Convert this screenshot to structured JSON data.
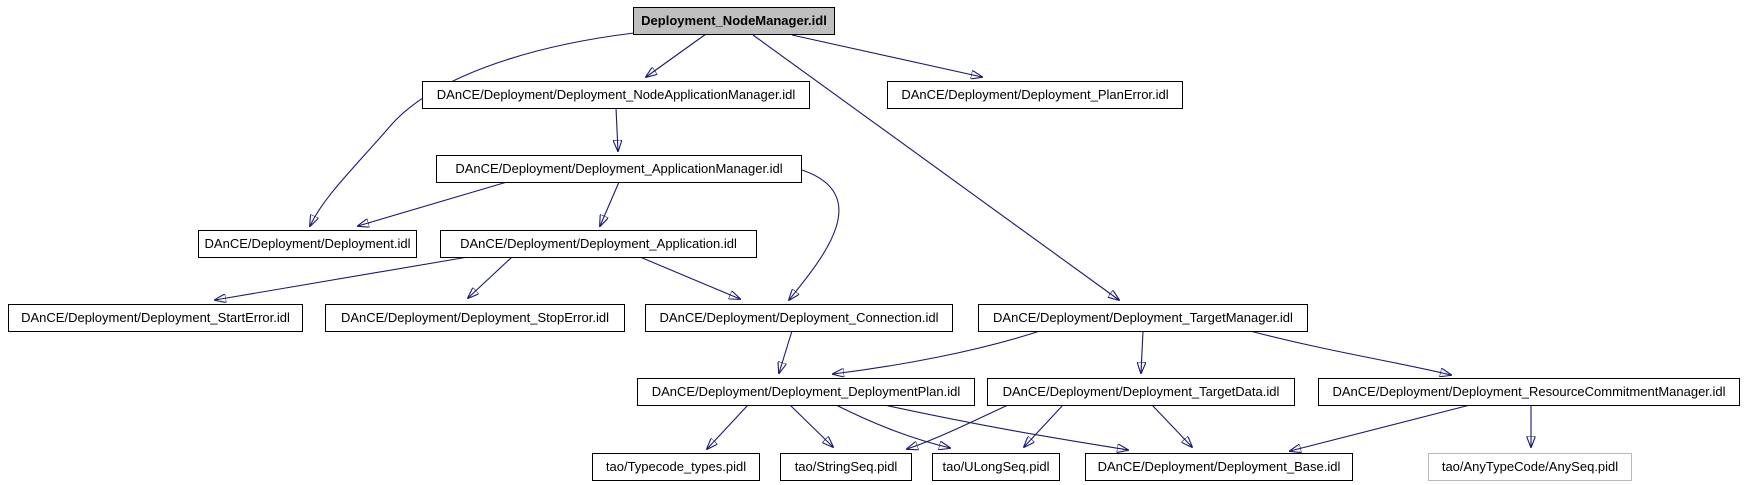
{
  "diagram": {
    "kind": "include-dependency-graph",
    "root_file": "Deployment_NodeManager.idl",
    "colors": {
      "edge": "#191970",
      "node_border": "#000000",
      "root_fill": "#bfbfbf",
      "external_node_border": "#b9b9b9",
      "background": "#ffffff",
      "text": "#000000"
    },
    "nodes": [
      {
        "id": "root",
        "label": "Deployment_NodeManager.idl",
        "kind": "root"
      },
      {
        "id": "node_application_manager",
        "label": "DAnCE/Deployment/Deployment_NodeApplicationManager.idl",
        "kind": "normal"
      },
      {
        "id": "plan_error",
        "label": "DAnCE/Deployment/Deployment_PlanError.idl",
        "kind": "normal"
      },
      {
        "id": "application_manager",
        "label": "DAnCE/Deployment/Deployment_ApplicationManager.idl",
        "kind": "normal"
      },
      {
        "id": "deployment",
        "label": "DAnCE/Deployment/Deployment.idl",
        "kind": "normal"
      },
      {
        "id": "application",
        "label": "DAnCE/Deployment/Deployment_Application.idl",
        "kind": "normal"
      },
      {
        "id": "start_error",
        "label": "DAnCE/Deployment/Deployment_StartError.idl",
        "kind": "normal"
      },
      {
        "id": "stop_error",
        "label": "DAnCE/Deployment/Deployment_StopError.idl",
        "kind": "normal"
      },
      {
        "id": "connection",
        "label": "DAnCE/Deployment/Deployment_Connection.idl",
        "kind": "normal"
      },
      {
        "id": "target_manager",
        "label": "DAnCE/Deployment/Deployment_TargetManager.idl",
        "kind": "normal"
      },
      {
        "id": "deployment_plan",
        "label": "DAnCE/Deployment/Deployment_DeploymentPlan.idl",
        "kind": "normal"
      },
      {
        "id": "target_data",
        "label": "DAnCE/Deployment/Deployment_TargetData.idl",
        "kind": "normal"
      },
      {
        "id": "resource_commitment_manager",
        "label": "DAnCE/Deployment/Deployment_ResourceCommitmentManager.idl",
        "kind": "normal"
      },
      {
        "id": "typecode_types",
        "label": "tao/Typecode_types.pidl",
        "kind": "normal"
      },
      {
        "id": "string_seq",
        "label": "tao/StringSeq.pidl",
        "kind": "normal"
      },
      {
        "id": "ulong_seq",
        "label": "tao/ULongSeq.pidl",
        "kind": "normal"
      },
      {
        "id": "base",
        "label": "DAnCE/Deployment/Deployment_Base.idl",
        "kind": "normal"
      },
      {
        "id": "any_seq",
        "label": "tao/AnyTypeCode/AnySeq.pidl",
        "kind": "external"
      }
    ],
    "edges": [
      {
        "from": "root",
        "to": "node_application_manager"
      },
      {
        "from": "root",
        "to": "plan_error"
      },
      {
        "from": "root",
        "to": "deployment"
      },
      {
        "from": "root",
        "to": "target_manager"
      },
      {
        "from": "node_application_manager",
        "to": "application_manager"
      },
      {
        "from": "application_manager",
        "to": "deployment"
      },
      {
        "from": "application_manager",
        "to": "application"
      },
      {
        "from": "application_manager",
        "to": "connection"
      },
      {
        "from": "application",
        "to": "start_error"
      },
      {
        "from": "application",
        "to": "stop_error"
      },
      {
        "from": "application",
        "to": "connection"
      },
      {
        "from": "connection",
        "to": "deployment_plan"
      },
      {
        "from": "target_manager",
        "to": "deployment_plan"
      },
      {
        "from": "target_manager",
        "to": "target_data"
      },
      {
        "from": "target_manager",
        "to": "resource_commitment_manager"
      },
      {
        "from": "deployment_plan",
        "to": "typecode_types"
      },
      {
        "from": "deployment_plan",
        "to": "string_seq"
      },
      {
        "from": "deployment_plan",
        "to": "ulong_seq"
      },
      {
        "from": "deployment_plan",
        "to": "base"
      },
      {
        "from": "target_data",
        "to": "string_seq"
      },
      {
        "from": "target_data",
        "to": "ulong_seq"
      },
      {
        "from": "target_data",
        "to": "base"
      },
      {
        "from": "resource_commitment_manager",
        "to": "base"
      },
      {
        "from": "resource_commitment_manager",
        "to": "any_seq"
      }
    ]
  }
}
